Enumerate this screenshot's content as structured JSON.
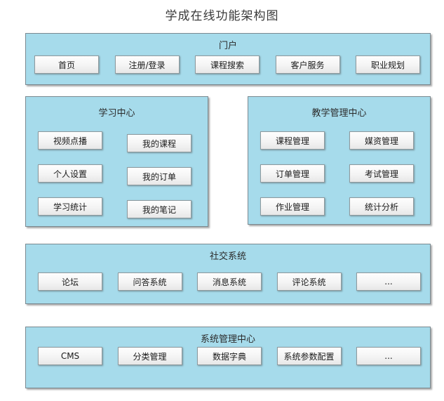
{
  "title": "学成在线功能架构图",
  "colors": {
    "panel_fill": "#A6DBEB",
    "panel_border": "#7B8A91",
    "button_border": "#8F9A9E",
    "button_fill_top": "#FEFEFE",
    "button_fill_bottom": "#E7E7E7",
    "text": "#1A1A1A",
    "background": "#FFFFFF"
  },
  "sections": {
    "portal": {
      "label": "门户",
      "items": [
        "首页",
        "注册/登录",
        "课程搜索",
        "客户服务",
        "职业规划"
      ]
    },
    "learning": {
      "label": "学习中心",
      "items": [
        "视频点播",
        "我的课程",
        "个人设置",
        "我的订单",
        "学习统计",
        "我的笔记"
      ]
    },
    "teaching": {
      "label": "教学管理中心",
      "items": [
        "课程管理",
        "媒资管理",
        "订单管理",
        "考试管理",
        "作业管理",
        "统计分析"
      ]
    },
    "social": {
      "label": "社交系统",
      "items": [
        "论坛",
        "问答系统",
        "消息系统",
        "评论系统",
        "..."
      ]
    },
    "system": {
      "label": "系统管理中心",
      "items": [
        "CMS",
        "分类管理",
        "数据字典",
        "系统参数配置",
        "..."
      ]
    }
  }
}
